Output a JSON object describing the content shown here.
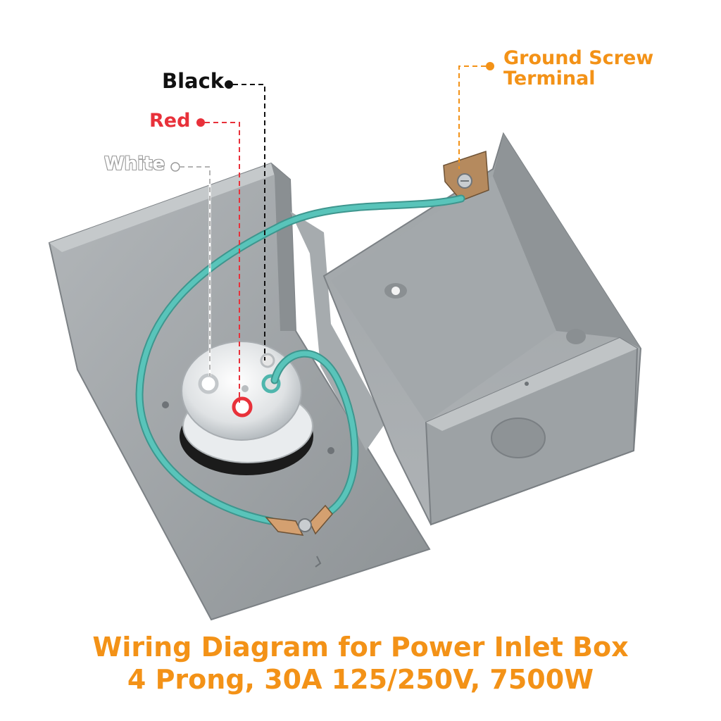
{
  "callouts": {
    "black": "Black",
    "red": "Red",
    "white": "White",
    "ground_line1": "Ground Screw",
    "ground_line2": "Terminal"
  },
  "caption": {
    "line1": "Wiring Diagram for Power Inlet Box",
    "line2": "4 Prong, 30A 125/250V, 7500W"
  },
  "colors": {
    "callout_black": "#111111",
    "callout_red": "#e8313a",
    "callout_white": "#ffffff",
    "accent_orange": "#f39217",
    "box_gray": "#9ea3a6",
    "ground_wire": "#4fb6ad"
  }
}
